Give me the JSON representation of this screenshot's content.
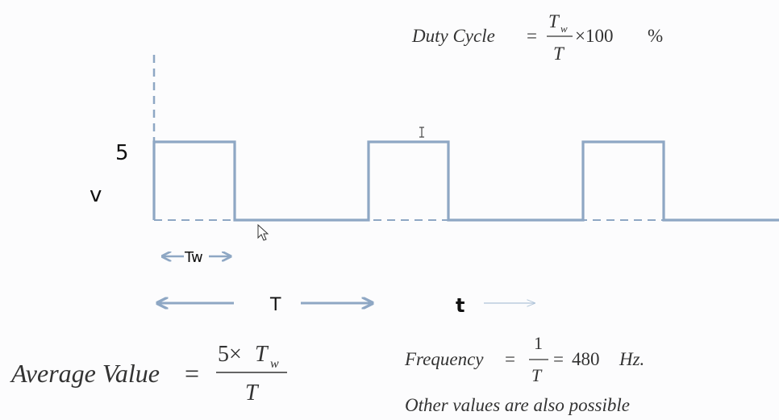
{
  "formulas": {
    "duty_cycle": {
      "lhs": "Duty Cycle",
      "eq": "=",
      "num": "T",
      "num_sub": "w",
      "den": "T",
      "times": "×100",
      "unit": "%"
    },
    "average_value": {
      "lhs": "Average Value",
      "eq": "=",
      "num_a": "5×",
      "num_b": "T",
      "num_sub": "w",
      "den": "T"
    },
    "frequency": {
      "lhs": "Frequency",
      "eq": "=",
      "num": "1",
      "den": "T",
      "eq2": "=",
      "value": "480",
      "unit": "Hz."
    },
    "note": "Other values are also possible"
  },
  "waveform": {
    "high_label": "5",
    "axis_label": "v",
    "tw_label": "Tw",
    "period_label": "T",
    "time_label": "t",
    "high_level": 5,
    "low_level": 0,
    "color": "#8ea7c4"
  }
}
